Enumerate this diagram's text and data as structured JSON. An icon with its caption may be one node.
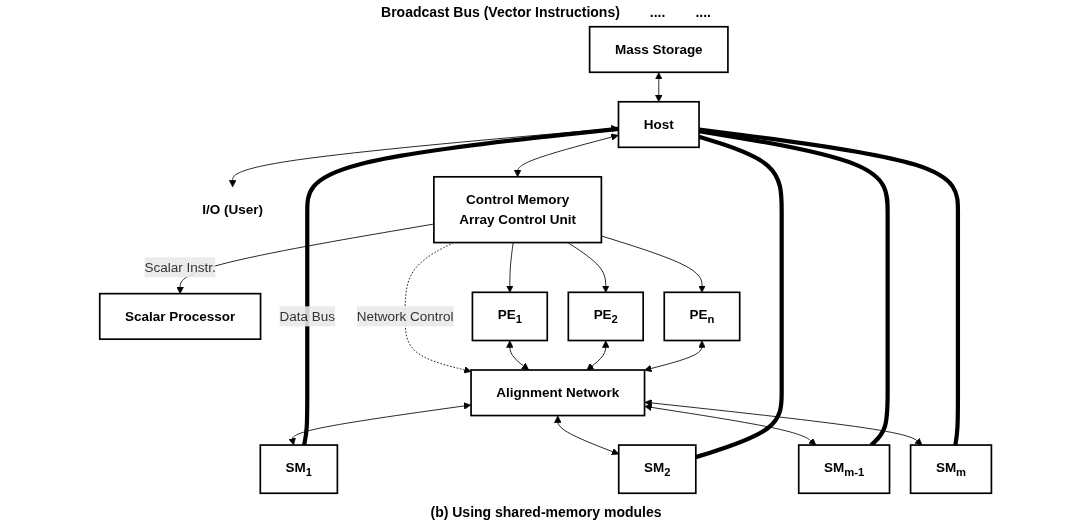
{
  "diagram": {
    "caption": "(b) Using shared-memory modules",
    "nodes": [
      {
        "text": [
          "Mass Storage"
        ]
      },
      {
        "text": [
          "Host"
        ]
      },
      {
        "text": [
          "I/O (User)"
        ]
      },
      {
        "text": [
          "Control Memory",
          "Array Control Unit"
        ]
      },
      {
        "text": [
          "Scalar Processor"
        ]
      },
      {
        "text": [
          "PE$_{1}$"
        ]
      },
      {
        "text": [
          "PE$_{2}$"
        ]
      },
      {
        "text": [
          "PE$_{n}$"
        ]
      },
      {
        "text": [
          "Alignment Network"
        ]
      },
      {
        "text": [
          "SM$_{1}$"
        ]
      },
      {
        "text": [
          "SM$_{2}$"
        ]
      },
      {
        "text": [
          "SM$_{m-1}$"
        ]
      },
      {
        "text": [
          "SM$_{m}$"
        ]
      }
    ],
    "edges": [
      {
        "from": 0,
        "to": 1,
        "arrow": "both"
      },
      {
        "from": 1,
        "to": 2,
        "arrow": "both"
      },
      {
        "from": 1,
        "to": 3,
        "arrow": "both"
      },
      {
        "from": 3,
        "to": 4,
        "arrow": "to",
        "label": "Scalar Instr."
      },
      {
        "from": 3,
        "to": 5,
        "arrow": "to"
      },
      {
        "from": 3,
        "to": 6,
        "arrow": "to"
      },
      {
        "from": 3,
        "to": 7,
        "arrow": "to"
      },
      {
        "from": 3,
        "to": 8,
        "arrow": "to",
        "label": "Network Control",
        "style": "dashed"
      },
      {
        "from": 5,
        "to": 8,
        "arrow": "both"
      },
      {
        "from": 6,
        "to": 8,
        "arrow": "both"
      },
      {
        "from": 7,
        "to": 8,
        "arrow": "both"
      },
      {
        "from": 8,
        "to": 9,
        "arrow": "both"
      },
      {
        "from": 8,
        "to": 10,
        "arrow": "both"
      },
      {
        "from": 8,
        "to": 11,
        "arrow": "both"
      },
      {
        "from": 8,
        "to": 12,
        "arrow": "both"
      },
      {
        "from": 1,
        "to": 9,
        "arrow": "none",
        "style": "thick",
        "label": "Data Bus"
      },
      {
        "from": 1,
        "to": 10,
        "arrow": "none",
        "style": "thick"
      },
      {
        "from": 1,
        "to": 11,
        "arrow": "none",
        "style": "thick"
      },
      {
        "from": 1,
        "to": 12,
        "arrow": "none",
        "style": "thick"
      }
    ],
    "labels": [
      "Broadcast Bus (Vector Instructions)",
      "....",
      "...."
    ]
  }
}
